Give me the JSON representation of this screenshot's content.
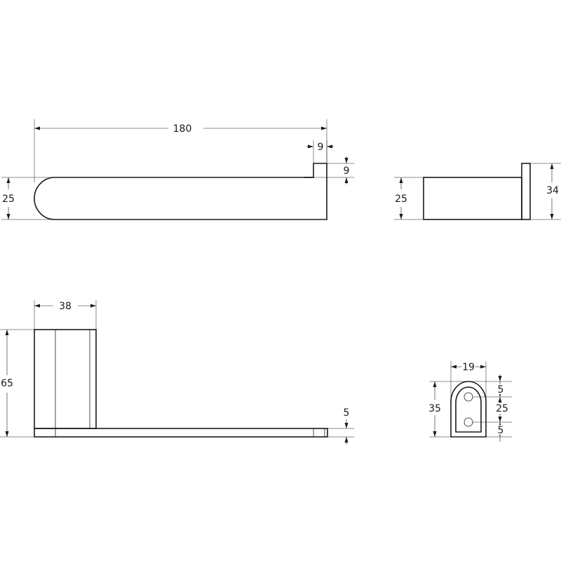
{
  "drawing": {
    "views": {
      "top": {
        "length": "180",
        "hook_width": "9",
        "hook_height": "9",
        "height": "25"
      },
      "side": {
        "arm_height": "25",
        "plate_height": "34"
      },
      "front": {
        "mount_width": "38",
        "mount_height": "65",
        "arm_thickness": "5"
      },
      "plate": {
        "width": "19",
        "height": "35",
        "top_offset": "5",
        "hole_spacing": "25",
        "bottom_offset": "5"
      }
    }
  }
}
